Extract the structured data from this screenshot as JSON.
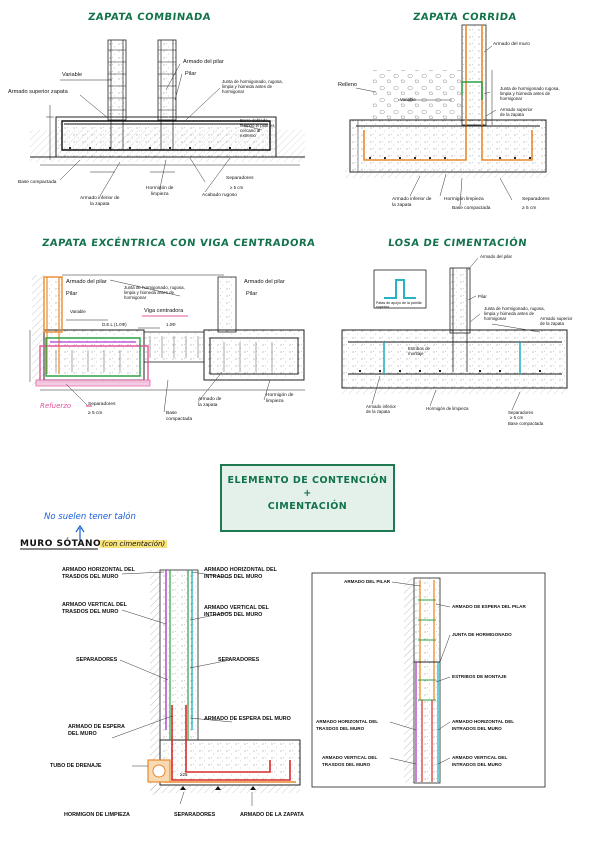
{
  "sections": {
    "zapata_combinada": {
      "title": "ZAPATA COMBINADA",
      "labels": {
        "variable": "Variable",
        "armado_superior": "Armado superior zapata",
        "armado_pilar": "Armado del pilar",
        "pilar": "Pilar",
        "junta": [
          "Junta de hormigonado, rugosa,",
          "limpia y húmeda antes de",
          "hormigonar"
        ],
        "barra_doblada": [
          "Barra doblada,",
          "cuando el pilar es",
          "cercano al",
          "extremo"
        ],
        "base_compactada": "Base compactada",
        "armado_inferior": [
          "Armado inferior de",
          "la zapata"
        ],
        "hormigon_limpieza": [
          "Hormigón de",
          "limpieza"
        ],
        "separadores": "Separadores",
        "sep_dim": "≥ 5 cm",
        "acabado": "Acabado rugoso"
      }
    },
    "zapata_corrida": {
      "title": "ZAPATA CORRIDA",
      "labels": {
        "armado_muro": "Armado del muro",
        "relleno": "Relleno",
        "junta": [
          "Junta de hormigonado rugosa,",
          "limpia y húmeda antes de",
          "hormigonar"
        ],
        "armado_superior": [
          "Armado superior",
          "de la zapata"
        ],
        "variable": "Variable",
        "armado_inferior": [
          "Armado inferior de",
          "la zapata"
        ],
        "hormigon_limpieza": "Hormigón limpieza",
        "base_compactada": "Base compactada",
        "separadores": "Separadores",
        "sep_dim": "≥ 5 cm"
      }
    },
    "zapata_excentrica": {
      "title": "ZAPATA EXCÉNTRICA CON VIGA CENTRADORA",
      "labels": {
        "armado_pilar_left": "Armado del pilar",
        "pilar_left": "Pilar",
        "junta": [
          "Junta de hormigonado, rugosa,",
          "limpia y húmeda antes de",
          "hormigonar"
        ],
        "armado_pilar_right": "Armado del pilar",
        "pilar_right": "Pilar",
        "variable": "Variable",
        "del": "D.E.L (1.0Φ)",
        "viga": "Viga centradora",
        "dim": "1.0Φ",
        "armado_zapata": [
          "Armado de",
          "la zapata"
        ],
        "hormigon_limpieza": [
          "Hormigón de",
          "limpieza"
        ],
        "separadores": "Separadores",
        "sep_dim": "≥ 5 cm",
        "base_compactada": [
          "Base",
          "compactada"
        ],
        "refuerzo": "Refuerzo"
      }
    },
    "losa": {
      "title": "LOSA DE CIMENTACIÓN",
      "labels": {
        "armado_pilar": "Armado del pilar",
        "pilar": "Pilar",
        "junta": [
          "Junta de hormigonado, rugosa,",
          "limpia y húmeda antes de",
          "hormigonar"
        ],
        "armado_superior": [
          "Armado superior",
          "de la zapata"
        ],
        "inset": [
          "Patas de apoyo de la parrilla",
          "superior"
        ],
        "estribos": [
          "Estribos de",
          "montaje"
        ],
        "armado_inferior": [
          "Armado inferior",
          "de la zapata"
        ],
        "hormigon_limpieza": "Hormigón de limpieza",
        "separadores": "Separadores",
        "sep_dim": "≥ 5 cm",
        "base_compactada": "Base compactada"
      }
    }
  },
  "box": {
    "line1": "ELEMENTO DE CONTENCIÓN",
    "plus": "+",
    "line2": "CIMENTACIÓN"
  },
  "notes": {
    "no_talon": "No suelen tener talón",
    "muro_sotano": "MURO SÓTANO",
    "con_cimentacion": "(con cimentación)"
  },
  "muro_diagram": {
    "left_labels": {
      "horiz_trasdos": [
        "ARMADO HORIZONTAL DEL",
        "TRASDOS DEL MURO"
      ],
      "vert_trasdos": [
        "ARMADO VERTICAL DEL",
        "TRASDOS DEL MURO"
      ],
      "separadores": "SEPARADORES",
      "espera": [
        "ARMADO DE ESPERA",
        "DEL MURO"
      ],
      "tubo": "TUBO DE DRENAJE",
      "limpieza": "HORMIGON DE LIMPIEZA"
    },
    "right_labels": {
      "horiz_intrados": [
        "ARMADO HORIZONTAL DEL",
        "INTRADOS DEL MURO"
      ],
      "vert_intrados": [
        "ARMADO VERTICAL DEL",
        "INTRADOS DEL MURO"
      ],
      "separadores": "SEPARADORES",
      "espera": "ARMADO DE ESPERA DEL MURO"
    },
    "bottom_labels": {
      "separadores": "SEPARADORES",
      "armado_zapata": "ARMADO DE LA ZAPATA"
    }
  },
  "pilar_diagram": {
    "labels": {
      "armado_pilar": "ARMADO DEL PILAR",
      "espera_pilar": "ARMADO DE ESPERA DEL PILAR",
      "junta": "JUNTA DE HORMIGONADO",
      "estribos": "ESTRIBOS DE MONTAJE",
      "horiz_trasdos": [
        "ARMADO HORIZONTAL DEL",
        "TRASDOS DEL MURO"
      ],
      "horiz_intrados": [
        "ARMADO HORIZONTAL DEL",
        "INTRADOS DEL MURO"
      ],
      "vert_trasdos": [
        "ARMADO VERTICAL DEL",
        "TRASDOS DEL MURO"
      ],
      "vert_intrados": [
        "ARMADO VERTICAL DEL",
        "INTRADOS DEL MURO"
      ]
    }
  },
  "colors": {
    "green_title": "#12724a",
    "orange": "#e98a2c",
    "green_bar": "#2ea043",
    "pink": "#e5559b",
    "magenta": "#b23ad0",
    "cyan": "#27b3c4",
    "red": "#d82a2a",
    "blue_note": "#1a5fd6"
  }
}
